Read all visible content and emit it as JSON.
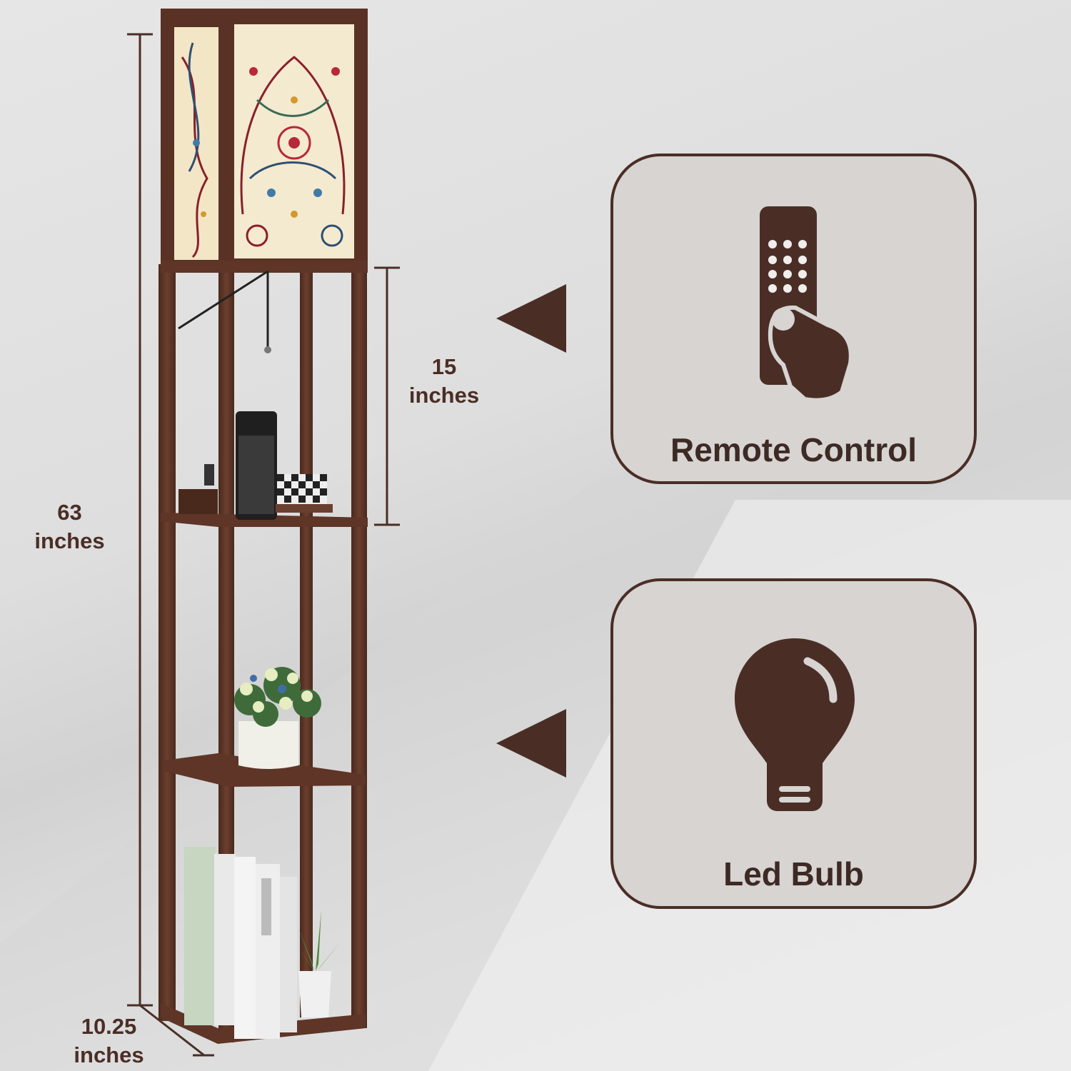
{
  "dimensions": {
    "height": "63\ninches",
    "shelf_spacing": "15\ninches",
    "base_width": "10.25\ninches"
  },
  "features": [
    {
      "label": "Remote Control",
      "icon": "remote-control-hand-icon"
    },
    {
      "label": "Led Bulb",
      "icon": "light-bulb-icon"
    }
  ],
  "colors": {
    "wood": "#5a3225",
    "accent": "#4a2e26",
    "card_fill": "#d7d4d2"
  }
}
